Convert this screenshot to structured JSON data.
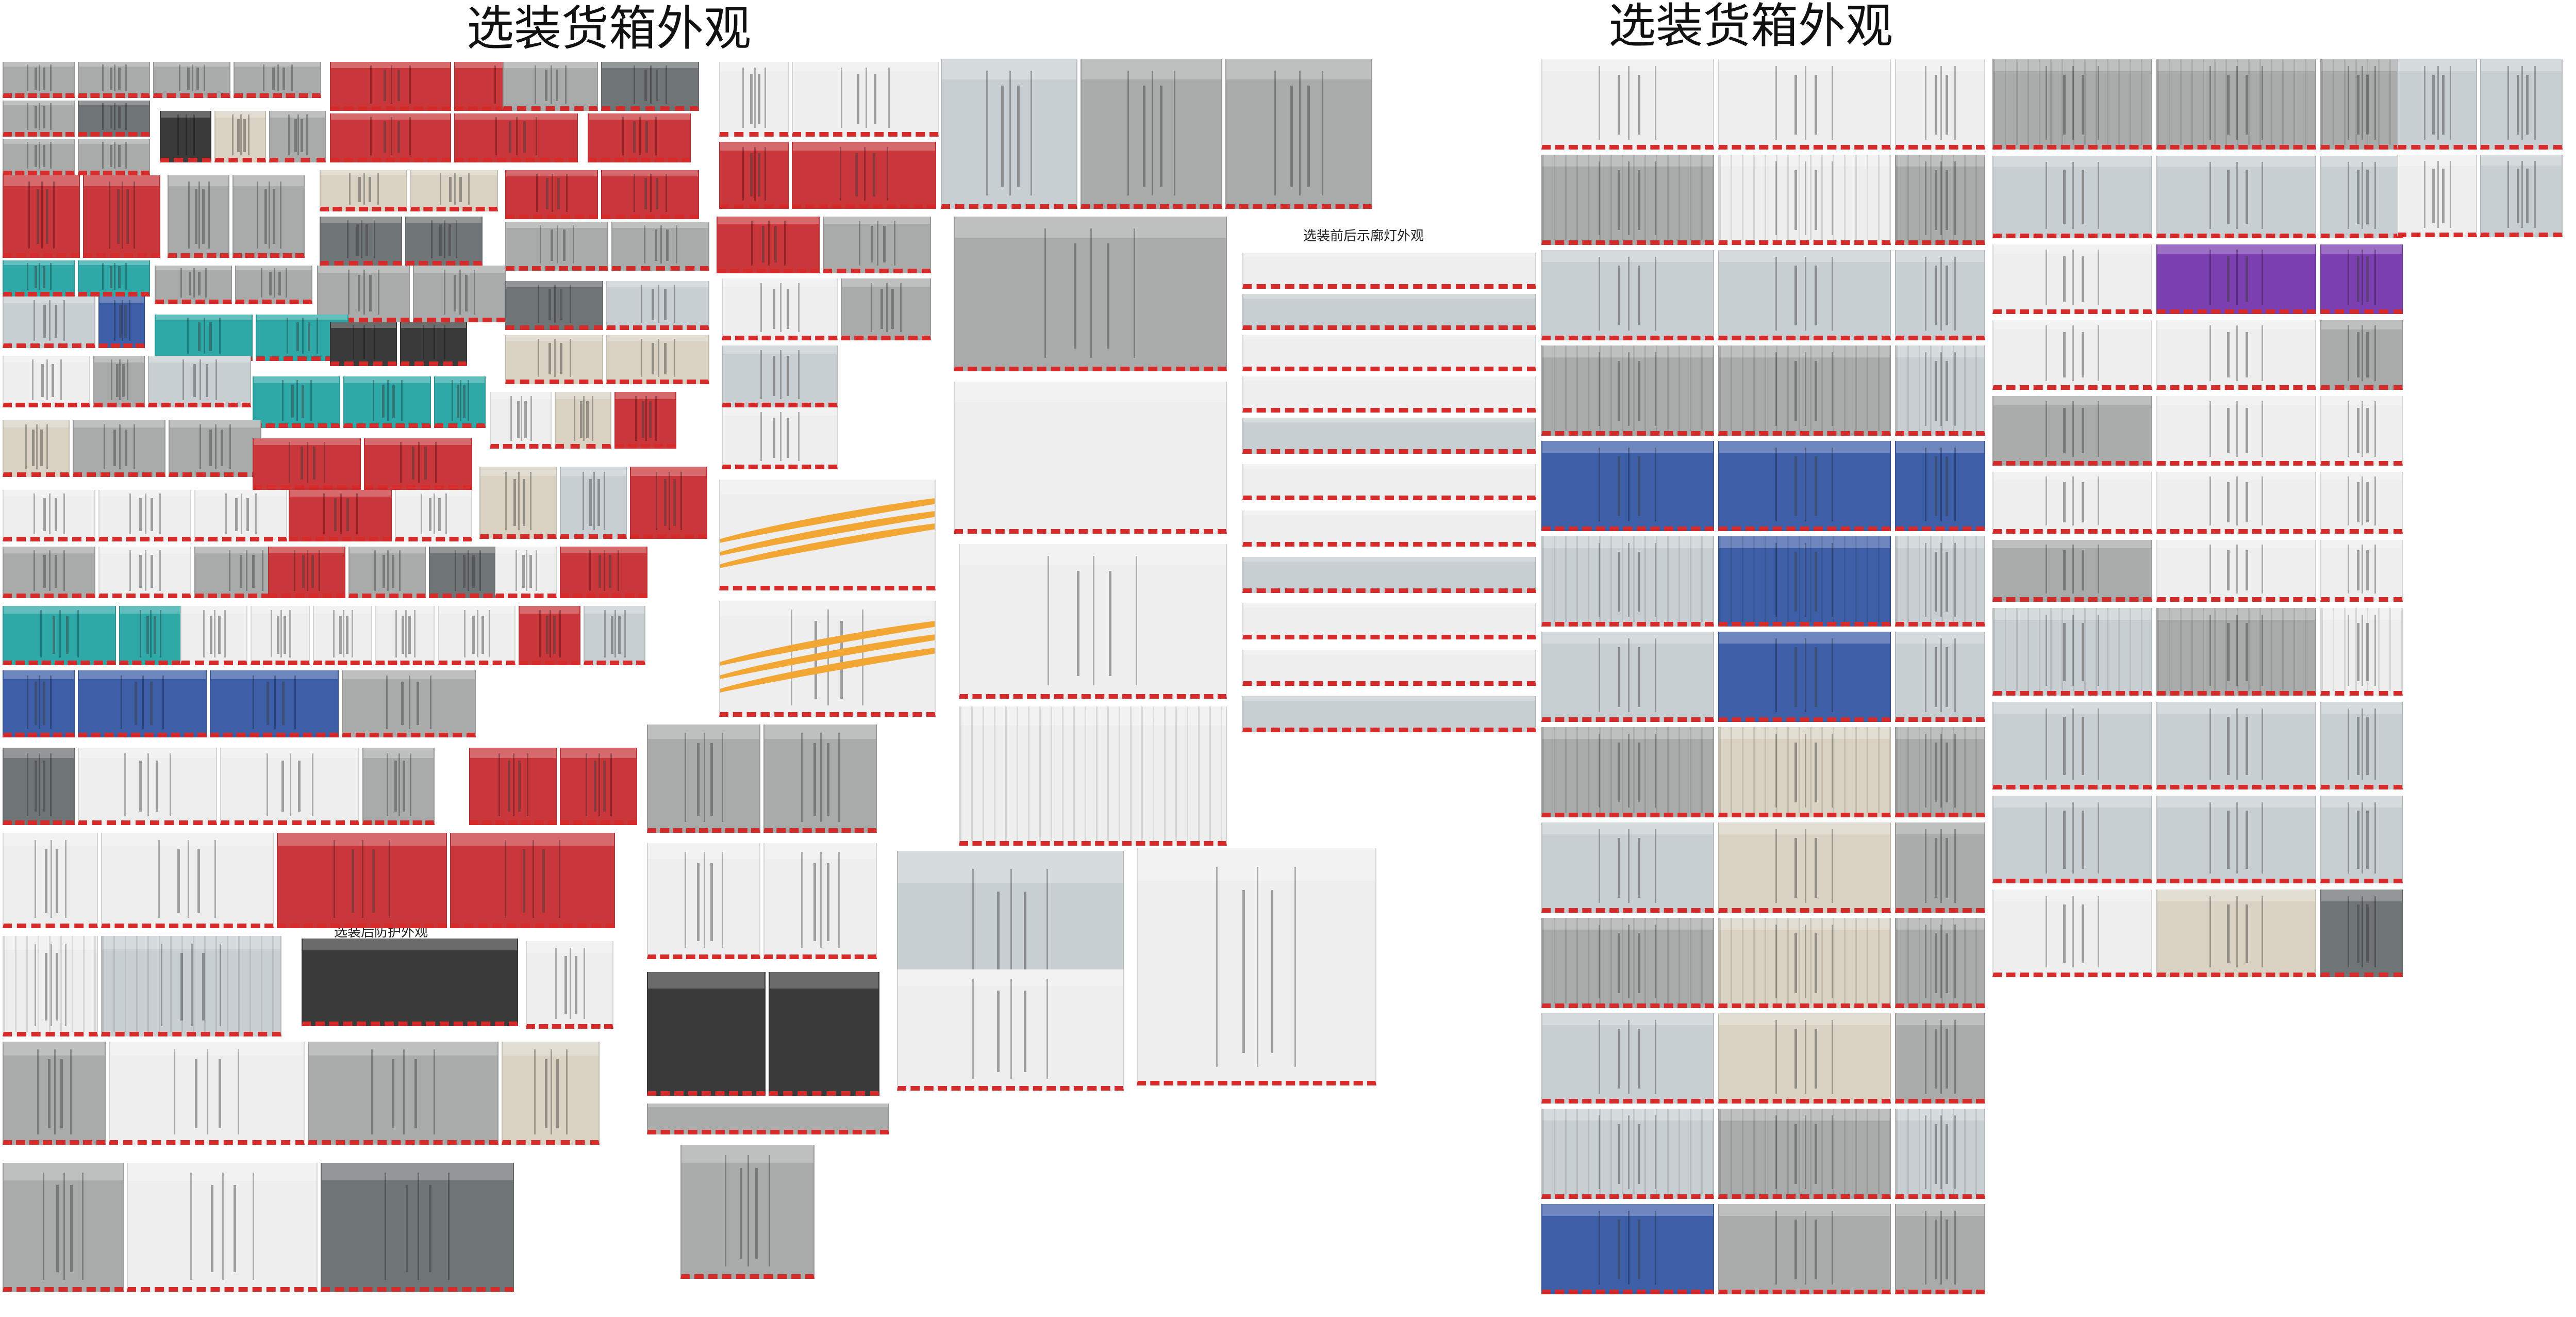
{
  "titles": {
    "left": "选装货箱外观",
    "right": "选装货箱外观"
  },
  "captions": {
    "lamp": "选装前后示廓灯外观",
    "guard": "选装后防护外观"
  },
  "colors": {
    "frame_red": "#d62b2b",
    "box_gray": "#a9abab",
    "box_white": "#eeeeee",
    "box_red": "#c9373b",
    "box_teal": "#2fa8a8",
    "box_blue": "#3d5fa8",
    "box_purple": "#7b3fb0",
    "stripe_orange": "#f2a634"
  }
}
